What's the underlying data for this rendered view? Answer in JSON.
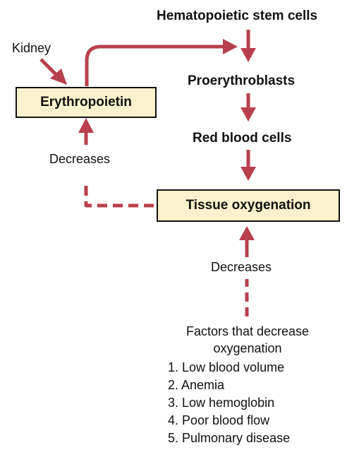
{
  "colors": {
    "arrow": "#b8404c",
    "box_fill": "#fbf1cc",
    "box_border": "#111111"
  },
  "labels": {
    "stem_cells": "Hematopoietic stem cells",
    "proerythroblasts": "Proerythroblasts",
    "red_blood_cells": "Red blood cells",
    "kidney": "Kidney",
    "decreases_left": "Decreases",
    "decreases_right": "Decreases"
  },
  "boxes": {
    "erythropoietin": "Erythropoietin",
    "tissue_oxygenation": "Tissue oxygenation"
  },
  "factors": {
    "title_line1": "Factors that decrease",
    "title_line2": "oxygenation",
    "items": [
      "1. Low blood volume",
      "2. Anemia",
      "3. Low hemoglobin",
      "4. Poor blood flow",
      "5. Pulmonary disease"
    ]
  }
}
